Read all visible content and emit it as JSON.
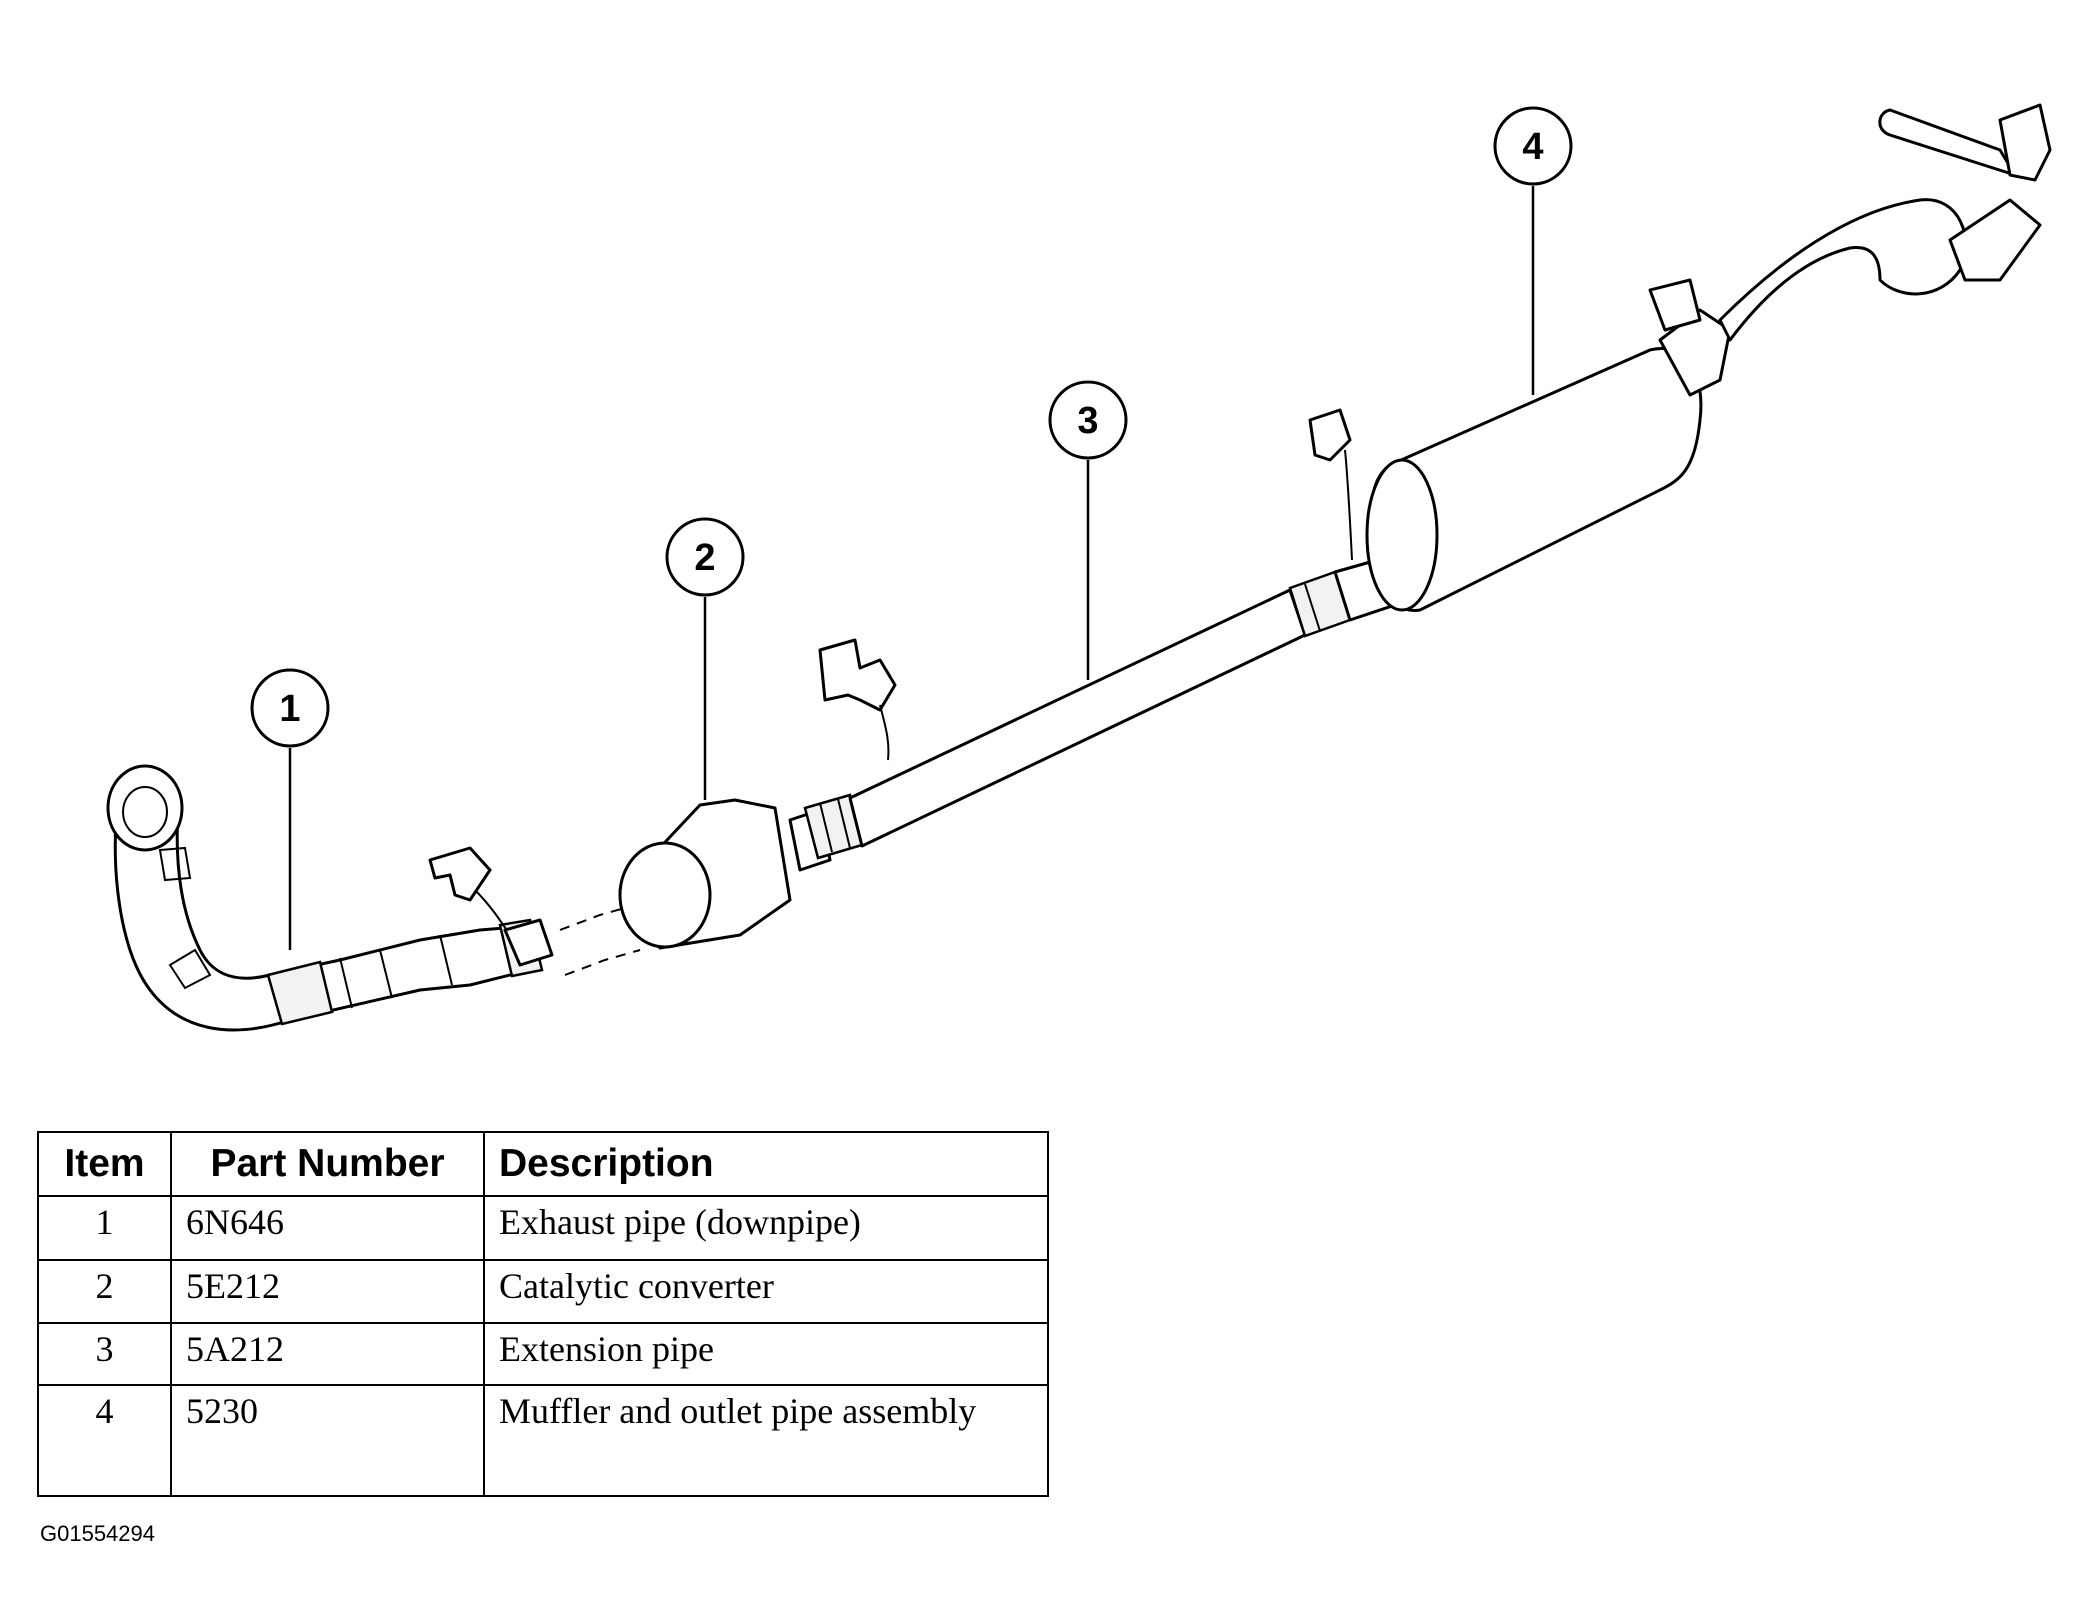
{
  "callouts": [
    {
      "label": "1"
    },
    {
      "label": "2"
    },
    {
      "label": "3"
    },
    {
      "label": "4"
    }
  ],
  "table": {
    "headers": {
      "item": "Item",
      "part_number": "Part Number",
      "description": "Description"
    },
    "rows": [
      {
        "item": "1",
        "part_number": "6N646",
        "description": "Exhaust pipe (downpipe)"
      },
      {
        "item": "2",
        "part_number": "5E212",
        "description": "Catalytic converter"
      },
      {
        "item": "3",
        "part_number": "5A212",
        "description": "Extension pipe"
      },
      {
        "item": "4",
        "part_number": "5230",
        "description": "Muffler and outlet pipe assembly"
      }
    ]
  },
  "figure_id": "G01554294"
}
